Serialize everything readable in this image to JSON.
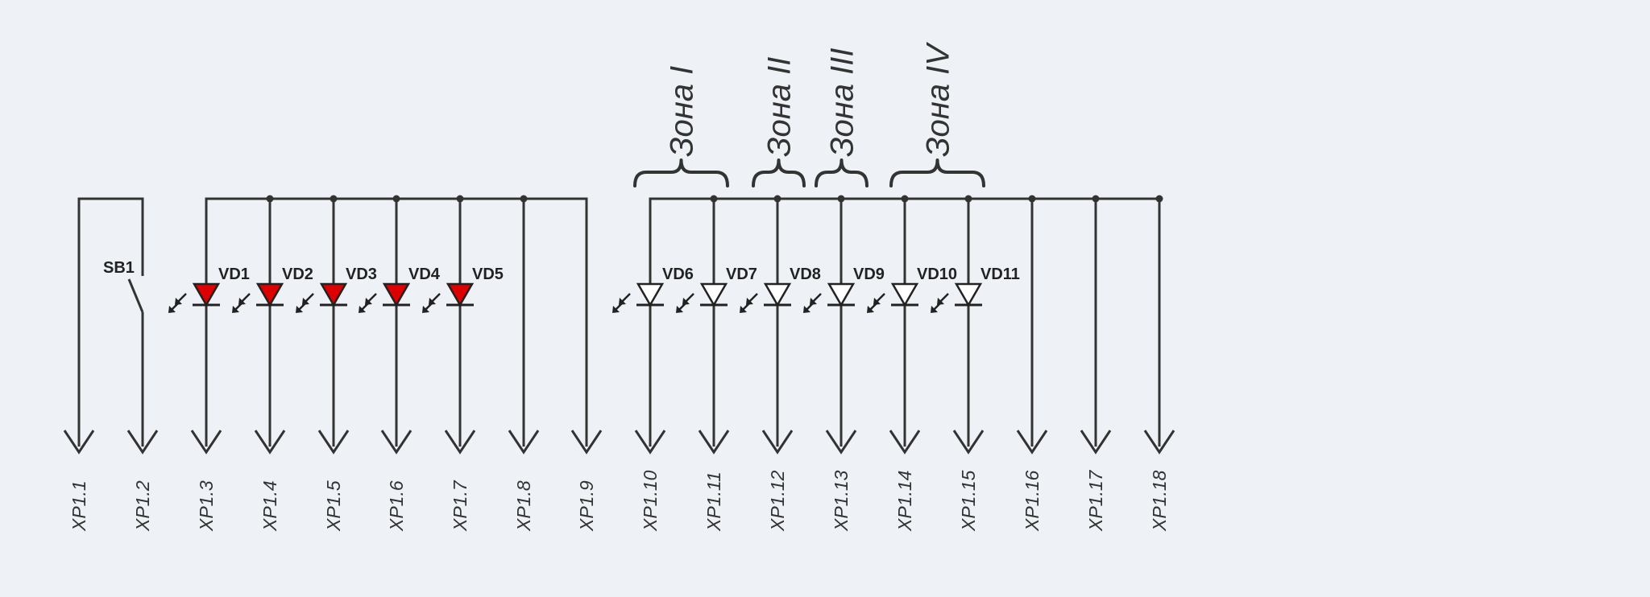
{
  "colors": {
    "background": "#eef2f6",
    "wire": "#333333",
    "led_on": "#dd0000",
    "led_off": "#ffffff"
  },
  "switch": {
    "label": "SB1"
  },
  "connector_pins": [
    "XP1.1",
    "XP1.2",
    "XP1.3",
    "XP1.4",
    "XP1.5",
    "XP1.6",
    "XP1.7",
    "XP1.8",
    "XP1.9",
    "XP1.10",
    "XP1.11",
    "XP1.12",
    "XP1.13",
    "XP1.14",
    "XP1.15",
    "XP1.16",
    "XP1.17",
    "XP1.18"
  ],
  "leds": [
    {
      "label": "VD1",
      "lit": true
    },
    {
      "label": "VD2",
      "lit": true
    },
    {
      "label": "VD3",
      "lit": true
    },
    {
      "label": "VD4",
      "lit": true
    },
    {
      "label": "VD5",
      "lit": true
    },
    {
      "label": "VD6",
      "lit": false
    },
    {
      "label": "VD7",
      "lit": false
    },
    {
      "label": "VD8",
      "lit": false
    },
    {
      "label": "VD9",
      "lit": false
    },
    {
      "label": "VD10",
      "lit": false
    },
    {
      "label": "VD11",
      "lit": false
    }
  ],
  "zones": [
    {
      "label": "Зона I"
    },
    {
      "label": "Зона II"
    },
    {
      "label": "Зона III"
    },
    {
      "label": "Зона IV"
    }
  ]
}
